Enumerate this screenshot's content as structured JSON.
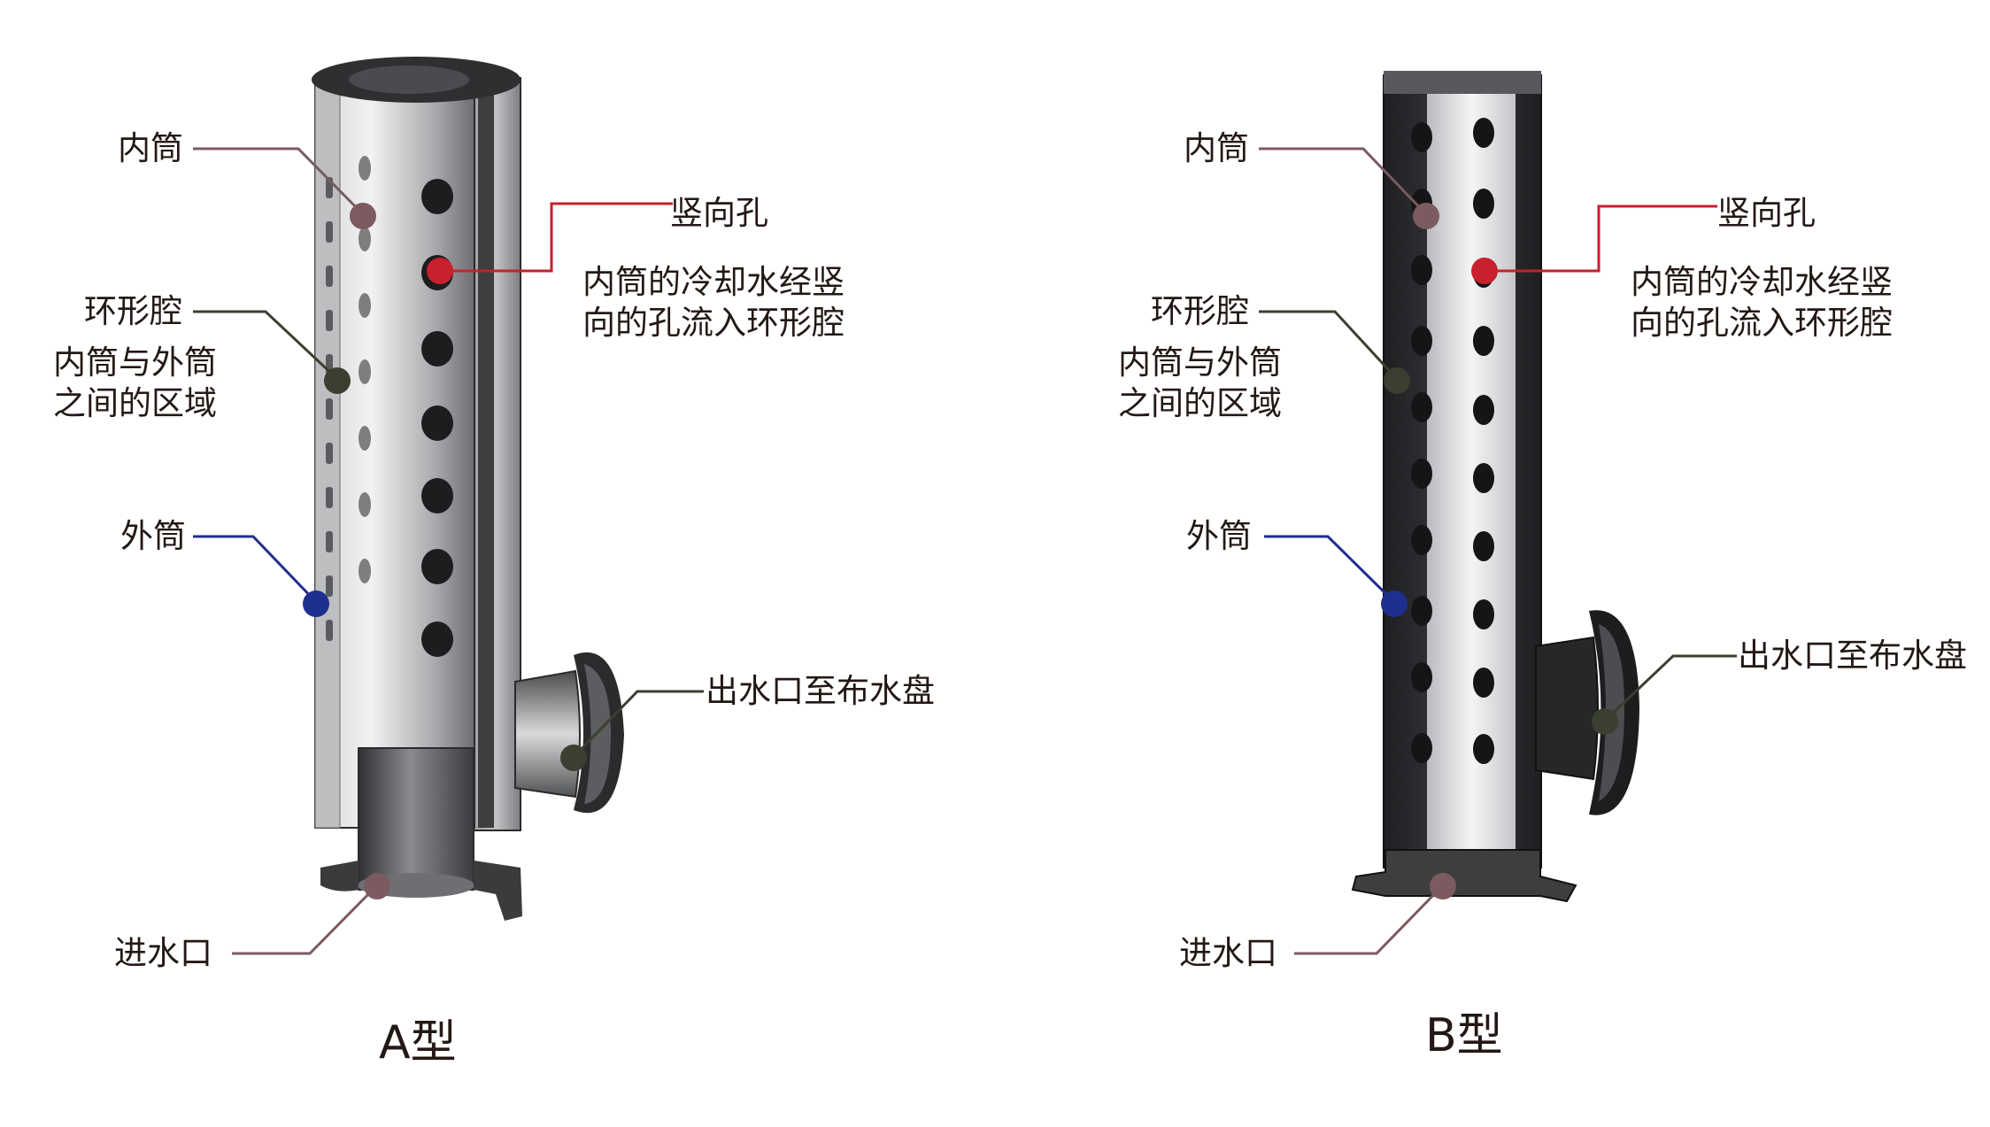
{
  "palette": {
    "inner_marker": "#7b5a60",
    "annulus_marker": "#3a3f30",
    "outer_marker": "#1f2f8f",
    "vertical_hole_marker": "#c8202c",
    "line_inner": "#7b5a60",
    "line_hole": "#c8202c",
    "line_annulus": "#3a3f30",
    "line_outer": "#1f2f8f",
    "line_outlet": "#3a3f30",
    "line_inlet": "#7b5a60",
    "metal_light": "#c9cacc",
    "metal_dark": "#3e3f41"
  },
  "panels": [
    {
      "caption": "A型",
      "labels": {
        "inner": "内筒",
        "vertical_hole": "竖向孔",
        "hole_desc": [
          "内筒的冷却水经竖",
          "向的孔流入环形腔"
        ],
        "annulus": "环形腔",
        "annulus_desc": [
          "内筒与外筒",
          "之间的区域"
        ],
        "outer": "外筒",
        "outlet": "出水口至布水盘",
        "inlet": "进水口"
      }
    },
    {
      "caption": "B型",
      "labels": {
        "inner": "内筒",
        "vertical_hole": "竖向孔",
        "hole_desc": [
          "内筒的冷却水经竖",
          "向的孔流入环形腔"
        ],
        "annulus": "环形腔",
        "annulus_desc": [
          "内筒与外筒",
          "之间的区域"
        ],
        "outer": "外筒",
        "outlet": "出水口至布水盘",
        "inlet": "进水口"
      }
    }
  ]
}
